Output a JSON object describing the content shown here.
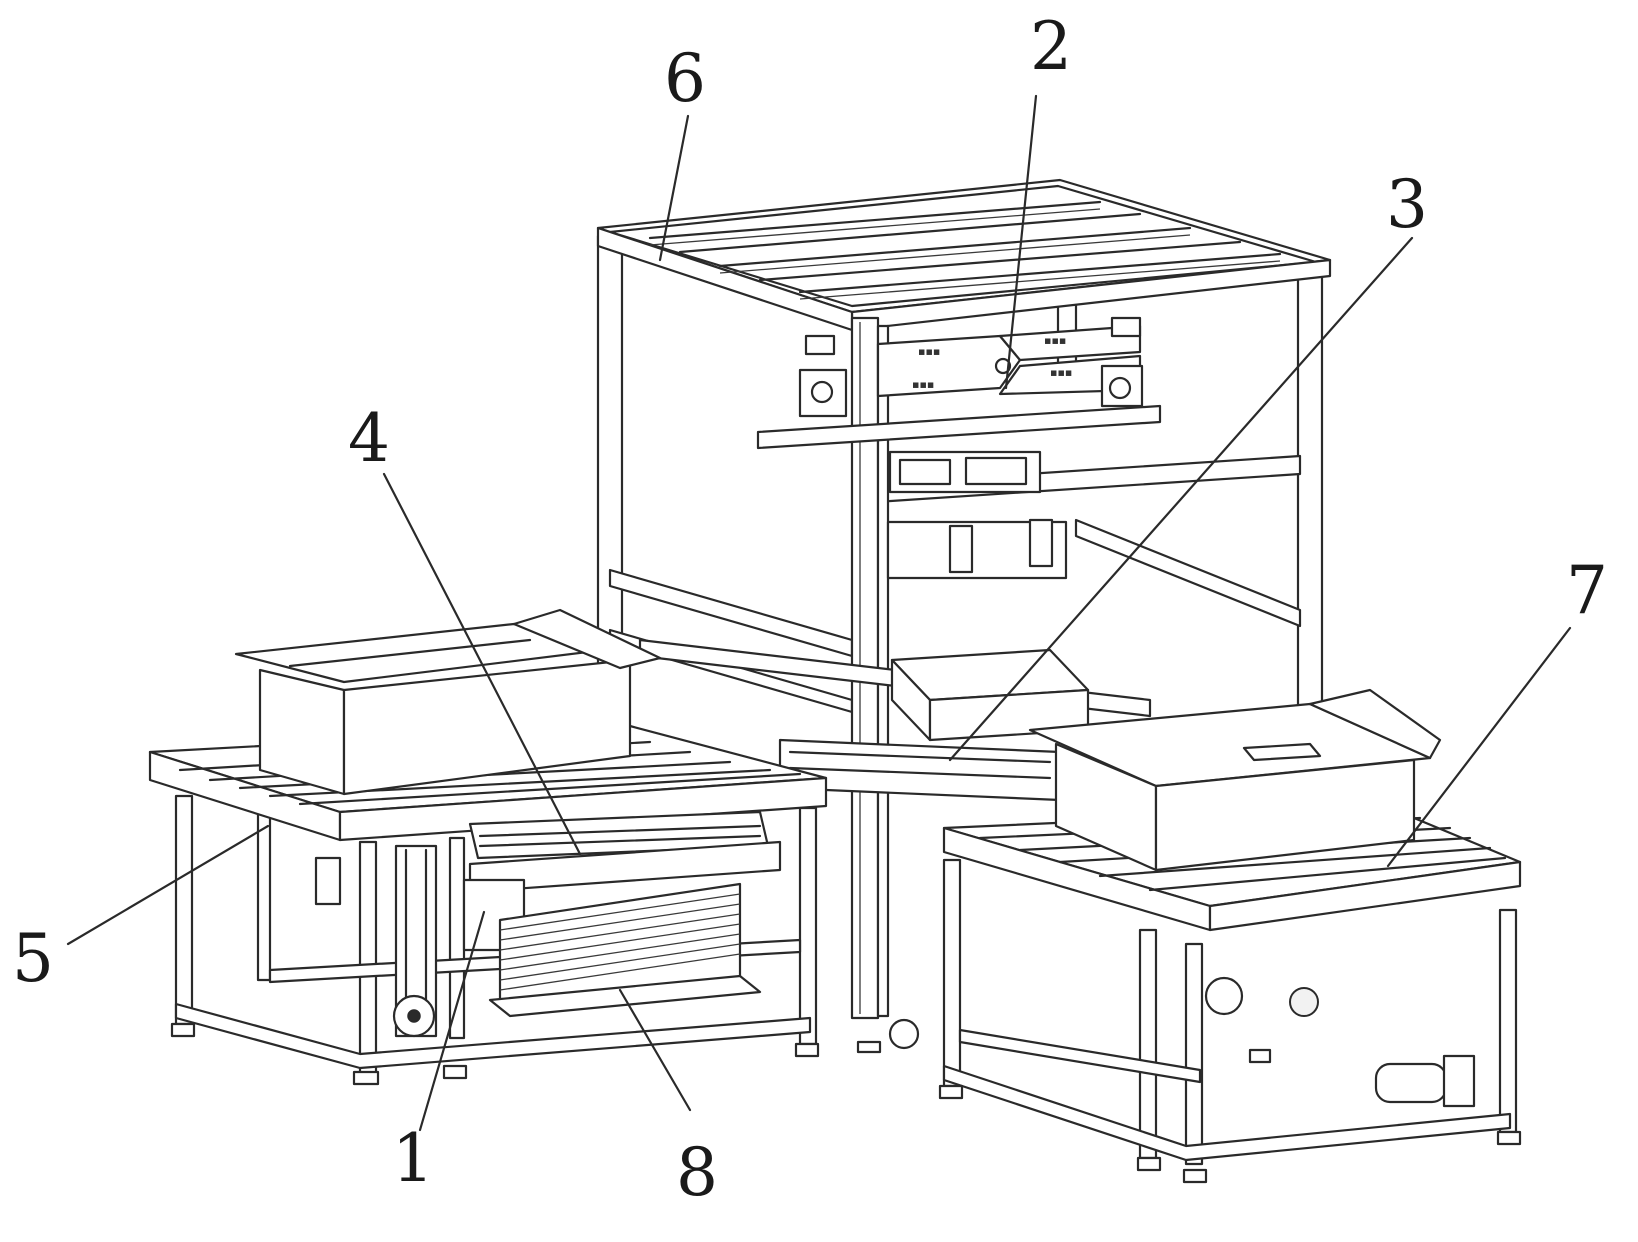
{
  "figure": {
    "labels": [
      {
        "id": "label-1",
        "text": "1"
      },
      {
        "id": "label-2",
        "text": "2"
      },
      {
        "id": "label-3",
        "text": "3"
      },
      {
        "id": "label-4",
        "text": "4"
      },
      {
        "id": "label-5",
        "text": "5"
      },
      {
        "id": "label-6",
        "text": "6"
      },
      {
        "id": "label-7",
        "text": "7"
      },
      {
        "id": "label-8",
        "text": "8"
      }
    ]
  }
}
